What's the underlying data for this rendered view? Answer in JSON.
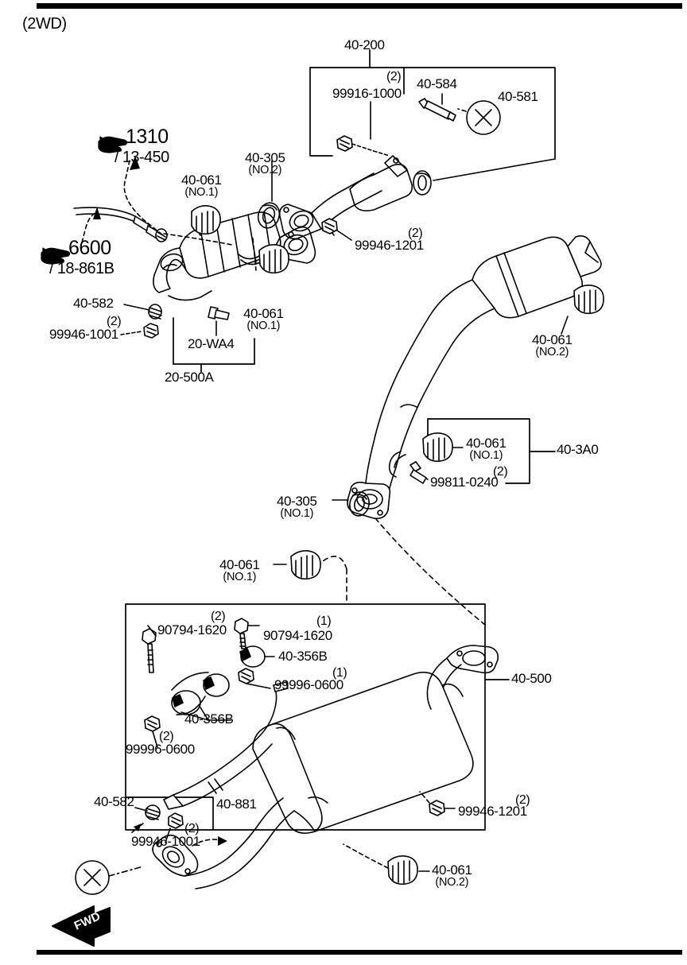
{
  "sheet": {
    "title": "(2WD)",
    "direction_marker": "FWD",
    "section_marker": "X",
    "top_rule": true,
    "bottom_rule": true,
    "ink": "#000000",
    "paper": "#ffffff"
  },
  "cross_refs": [
    {
      "name": "ref-1310",
      "number": "1310",
      "page": "/ 13-450",
      "icon": "pointing-hand-icon"
    },
    {
      "name": "ref-6600",
      "number": "6600",
      "page": "/ 18-861B",
      "icon": "pointing-hand-icon"
    }
  ],
  "group_boxes": [
    {
      "name": "group-40-200",
      "label": "40-200"
    },
    {
      "name": "group-40-3A0",
      "label": "40-3A0"
    },
    {
      "name": "group-40-500",
      "label": "40-500"
    },
    {
      "name": "group-20-500A",
      "label": "20-500A"
    }
  ],
  "parts": [
    {
      "name": "part-99916-1000",
      "number": "99916-1000",
      "sub": "",
      "qty": "(2)"
    },
    {
      "name": "part-40-584",
      "number": "40-584",
      "sub": "",
      "qty": ""
    },
    {
      "name": "part-40-581",
      "number": "40-581",
      "sub": "",
      "qty": ""
    },
    {
      "name": "part-40-305-no2",
      "number": "40-305",
      "sub": "(NO.2)",
      "qty": ""
    },
    {
      "name": "part-40-061-no1-cat",
      "number": "40-061",
      "sub": "(NO.1)",
      "qty": ""
    },
    {
      "name": "part-99946-1201-upper",
      "number": "99946-1201",
      "sub": "",
      "qty": "(2)"
    },
    {
      "name": "part-40-582-upper",
      "number": "40-582",
      "sub": "",
      "qty": ""
    },
    {
      "name": "part-99946-1001-upper",
      "number": "99946-1001",
      "sub": "",
      "qty": "(2)"
    },
    {
      "name": "part-20-WA4",
      "number": "20-WA4",
      "sub": "",
      "qty": ""
    },
    {
      "name": "part-40-061-no1-right",
      "number": "40-061",
      "sub": "(NO.1)",
      "qty": ""
    },
    {
      "name": "part-40-061-no2-silencer",
      "number": "40-061",
      "sub": "(NO.2)",
      "qty": ""
    },
    {
      "name": "part-40-061-no1-center",
      "number": "40-061",
      "sub": "(NO.1)",
      "qty": ""
    },
    {
      "name": "part-99811-0240",
      "number": "99811-0240",
      "sub": "",
      "qty": "(2)"
    },
    {
      "name": "part-40-305-no1",
      "number": "40-305",
      "sub": "(NO.1)",
      "qty": ""
    },
    {
      "name": "part-40-061-no1-muffler",
      "number": "40-061",
      "sub": "(NO.1)",
      "qty": ""
    },
    {
      "name": "part-90794-1620-left",
      "number": "90794-1620",
      "sub": "",
      "qty": "(2)"
    },
    {
      "name": "part-90794-1620-right",
      "number": "90794-1620",
      "sub": "",
      "qty": "(1)"
    },
    {
      "name": "part-40-356B-right",
      "number": "40-356B",
      "sub": "",
      "qty": ""
    },
    {
      "name": "part-99996-0600-right",
      "number": "99996-0600",
      "sub": "",
      "qty": "(1)"
    },
    {
      "name": "part-40-356B-left",
      "number": "40-356B",
      "sub": "",
      "qty": ""
    },
    {
      "name": "part-99996-0600-left",
      "number": "99996-0600",
      "sub": "",
      "qty": "(2)"
    },
    {
      "name": "part-40-881",
      "number": "40-881",
      "sub": "",
      "qty": ""
    },
    {
      "name": "part-40-582-lower",
      "number": "40-582",
      "sub": "",
      "qty": ""
    },
    {
      "name": "part-99946-1001-lower",
      "number": "99946-1001",
      "sub": "",
      "qty": "(2)"
    },
    {
      "name": "part-99946-1201-lower",
      "number": "99946-1201",
      "sub": "",
      "qty": "(2)"
    },
    {
      "name": "part-40-061-no2-tail",
      "number": "40-061",
      "sub": "(NO.2)",
      "qty": ""
    }
  ]
}
